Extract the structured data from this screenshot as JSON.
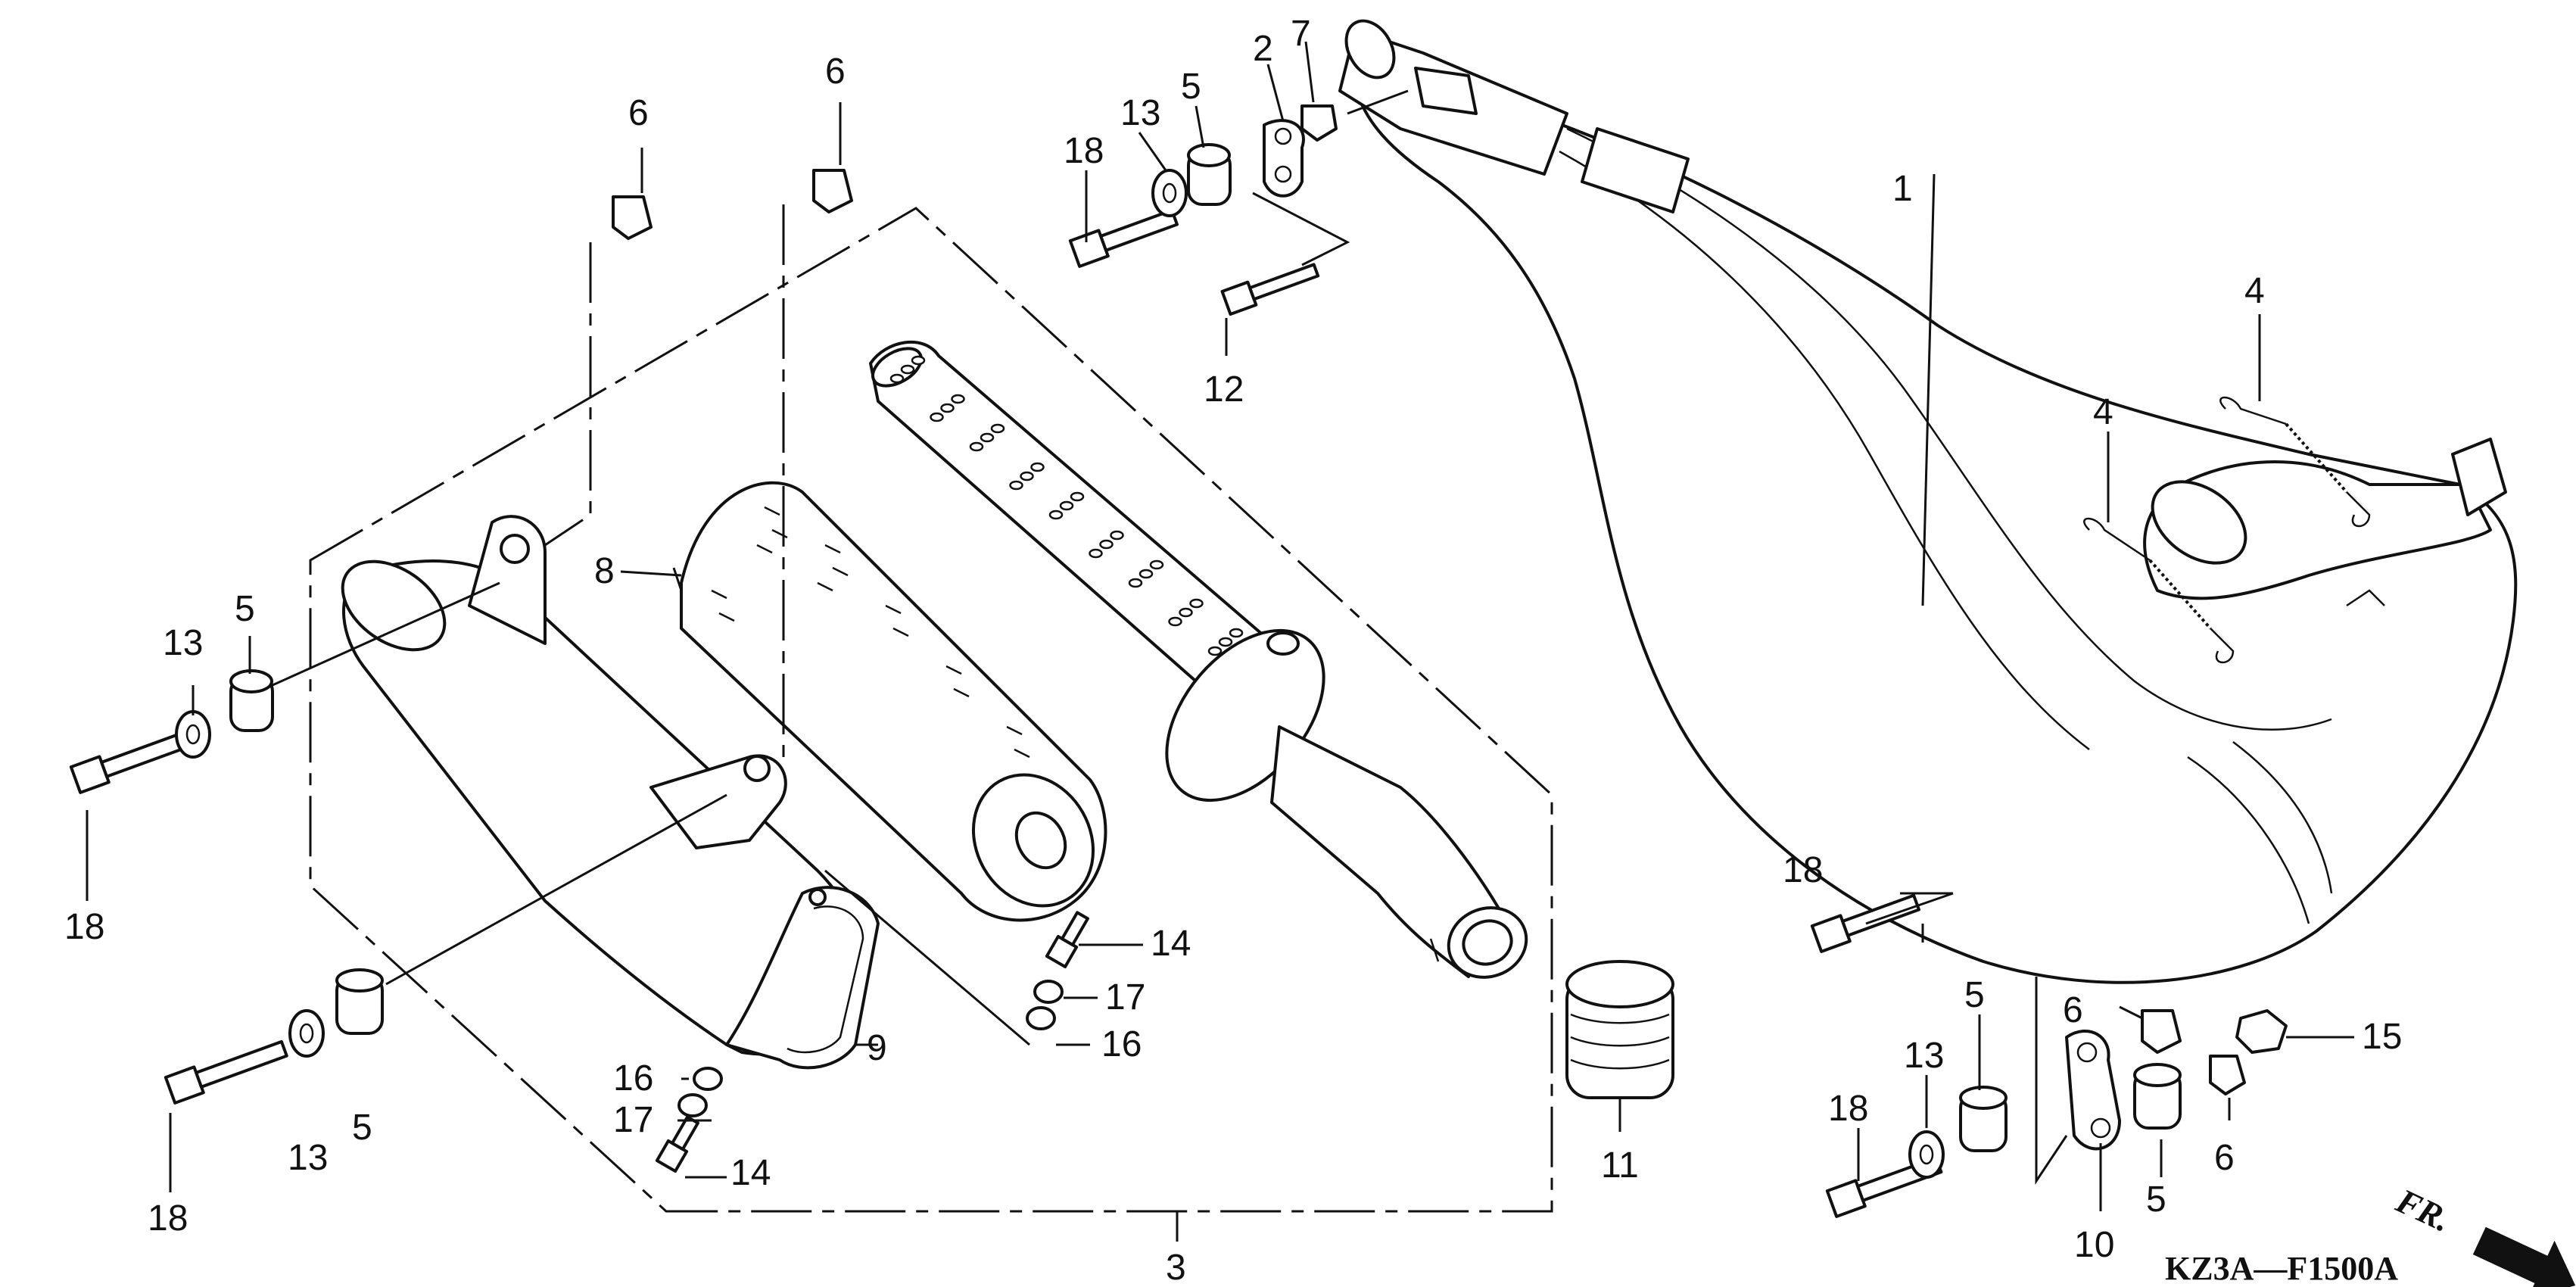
{
  "diagram": {
    "code": "KZ3A—F1500A",
    "direction_label": "FR.",
    "callouts": {
      "c1": "1",
      "c2": "2",
      "c3": "3",
      "c4a": "4",
      "c4b": "4",
      "c5a": "5",
      "c5b": "5",
      "c5c": "5",
      "c5d": "5",
      "c5e": "5",
      "c6a": "6",
      "c6b": "6",
      "c6c": "6",
      "c6d": "6",
      "c7": "7",
      "c8": "8",
      "c9": "9",
      "c10": "10",
      "c11": "11",
      "c12": "12",
      "c13a": "13",
      "c13b": "13",
      "c13c": "13",
      "c13d": "13",
      "c14a": "14",
      "c14b": "14",
      "c15": "15",
      "c16a": "16",
      "c16b": "16",
      "c17a": "17",
      "c17b": "17",
      "c18a": "18",
      "c18b": "18",
      "c18c": "18",
      "c18d": "18",
      "c18e": "18"
    }
  }
}
